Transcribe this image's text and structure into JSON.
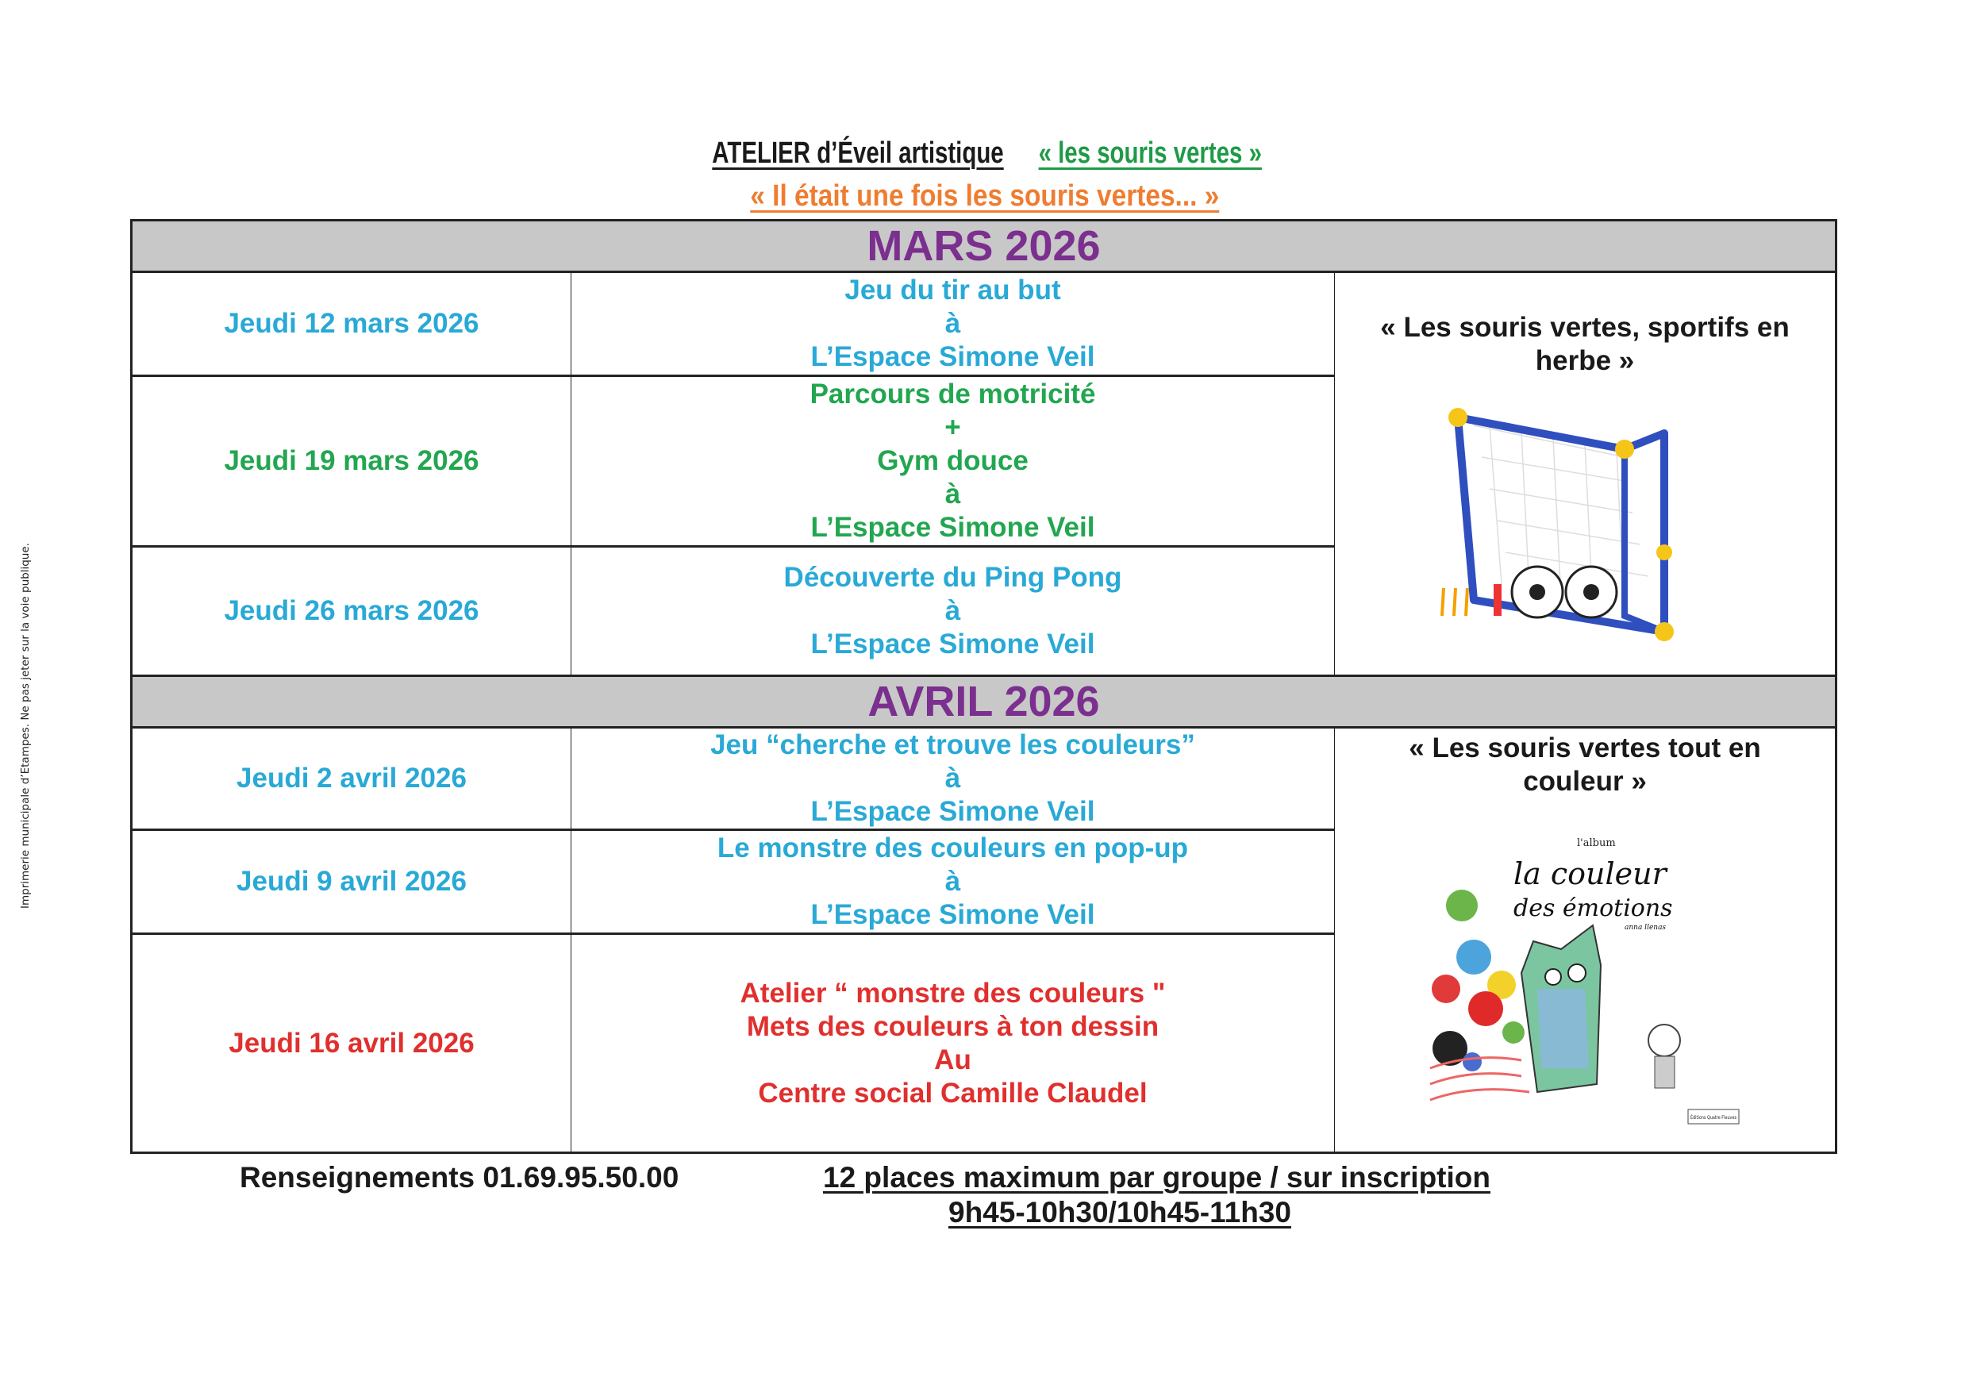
{
  "header": {
    "title_part1": "ATELIER d’Éveil artistique ",
    "title_part2": "« les souris vertes »",
    "subtitle": "« Il était une fois les souris vertes... »"
  },
  "side_note": "Imprimerie municipale d’Etampes.  Ne pas jeter sur la voie publique.",
  "months": [
    {
      "label": "MARS 2026",
      "theme": [
        "« Les souris vertes, sportifs en",
        "herbe »"
      ],
      "rows": [
        {
          "date": "Jeudi 12 mars 2026",
          "lines": [
            "Jeu du tir au but",
            "à",
            "L’Espace Simone Veil"
          ]
        },
        {
          "date": "Jeudi 19 mars 2026",
          "lines": [
            "Parcours de motricité",
            "+",
            "Gym douce",
            "à",
            "L’Espace Simone Veil"
          ]
        },
        {
          "date": "Jeudi 26 mars 2026",
          "lines": [
            "Découverte du Ping Pong",
            "à",
            "L’Espace Simone Veil"
          ]
        }
      ]
    },
    {
      "label": "AVRIL 2026",
      "theme": [
        "« Les souris vertes tout en",
        "couleur »"
      ],
      "book": {
        "kicker": "l'album",
        "title1": "la couleur",
        "title2": "des émotions",
        "author": "anna llenas",
        "publisher": "Éditions Quatre Fleuves"
      },
      "rows": [
        {
          "date": "Jeudi 2 avril 2026",
          "lines": [
            "Jeu “cherche et trouve les couleurs”",
            "à",
            "L’Espace Simone Veil"
          ]
        },
        {
          "date": "Jeudi 9 avril 2026",
          "lines": [
            "Le monstre des couleurs en pop-up",
            "à",
            "L’Espace Simone Veil"
          ]
        },
        {
          "date": "Jeudi 16 avril 2026",
          "lines": [
            "Atelier “ monstre des couleurs \"",
            "Mets des couleurs à ton dessin",
            "Au",
            "Centre social Camille Claudel"
          ]
        }
      ]
    }
  ],
  "footer": {
    "info": "Renseignements 01.69.95.50.00",
    "places": "12 places maximum par groupe / sur inscription",
    "hours": "9h45-10h30/10h45-11h30"
  },
  "colors": {
    "blue": "#29a9d6",
    "green": "#22a650",
    "red": "#e0302e",
    "purple": "#7b2f8e",
    "orange": "#ef7d31"
  }
}
